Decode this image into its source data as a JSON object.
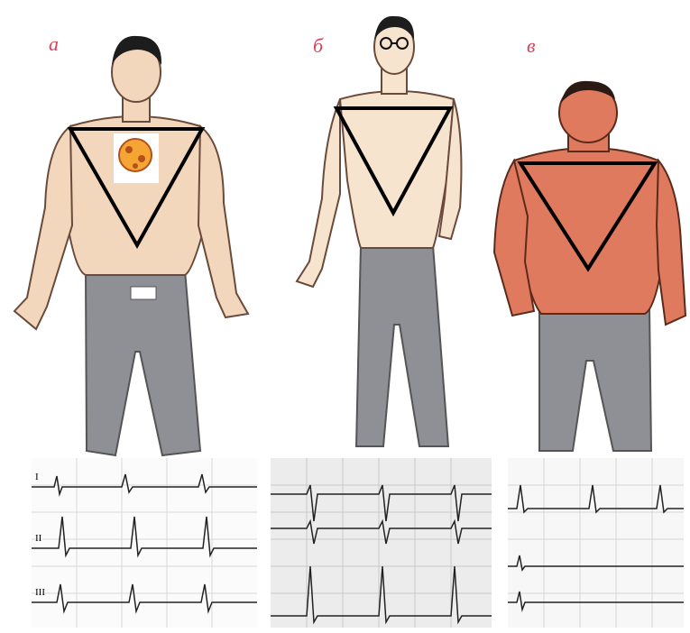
{
  "panels": [
    {
      "label": "а",
      "type": "normosthenic"
    },
    {
      "label": "б",
      "type": "asthenic"
    },
    {
      "label": "в",
      "type": "hypersthenic"
    }
  ],
  "ecg_leads": [
    "I",
    "II",
    "III"
  ],
  "colors": {
    "skin_light": "#f3d7bd",
    "skin_red": "#e07a5f",
    "pants": "#8f8f96",
    "hair": "#1d1d1d",
    "label": "#d9435a",
    "grid": "#d8d8d8"
  }
}
